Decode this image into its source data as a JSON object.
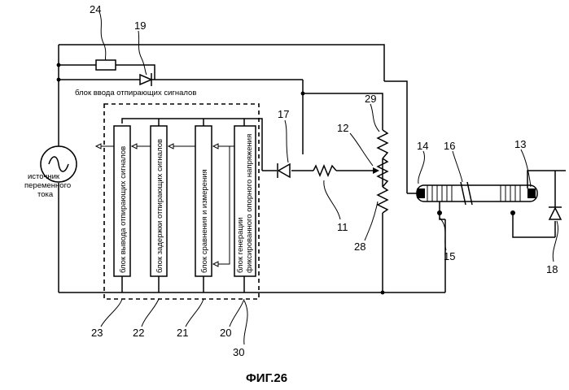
{
  "caption": "ФИГ.26",
  "labels": {
    "ac_source_line1": "источник",
    "ac_source_line2": "переменного",
    "ac_source_line3": "тока",
    "unlock_input_block": "блок ввода отпирающих сигналов"
  },
  "blocks": {
    "b23": "блок вывода отпирающих сигналов",
    "b22": "блок задержки отпирающих сигналов",
    "b21": "блок сравнения и измерения",
    "b20_line1": "блок генерации",
    "b20_line2": "фиксированного опорного напряжения"
  },
  "refs": {
    "r24": "24",
    "r19": "19",
    "r29": "29",
    "r17": "17",
    "r12": "12",
    "r14": "14",
    "r16": "16",
    "r13": "13",
    "r11": "11",
    "r28": "28",
    "r15": "15",
    "r18": "18",
    "r23": "23",
    "r22": "22",
    "r21": "21",
    "r20": "20",
    "r30": "30"
  }
}
